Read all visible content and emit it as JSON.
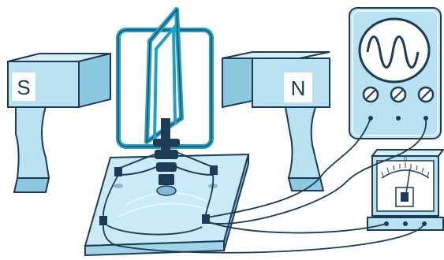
{
  "magnets": {
    "left_pole": "S",
    "right_pole": "N"
  },
  "galvanometer": {
    "zero_mark": "0"
  },
  "colors": {
    "outline": "#1d3a56",
    "magnet": "#b8e2f2",
    "magnet_face": "#8cc8df",
    "coil": "#22a0c4",
    "base_plate": "#c9eaf6",
    "wire": "#1d3a56"
  },
  "icons": {
    "oscilloscope": "oscilloscope-icon",
    "galvanometer": "galvanometer-icon",
    "coil": "rotating-coil-icon"
  }
}
